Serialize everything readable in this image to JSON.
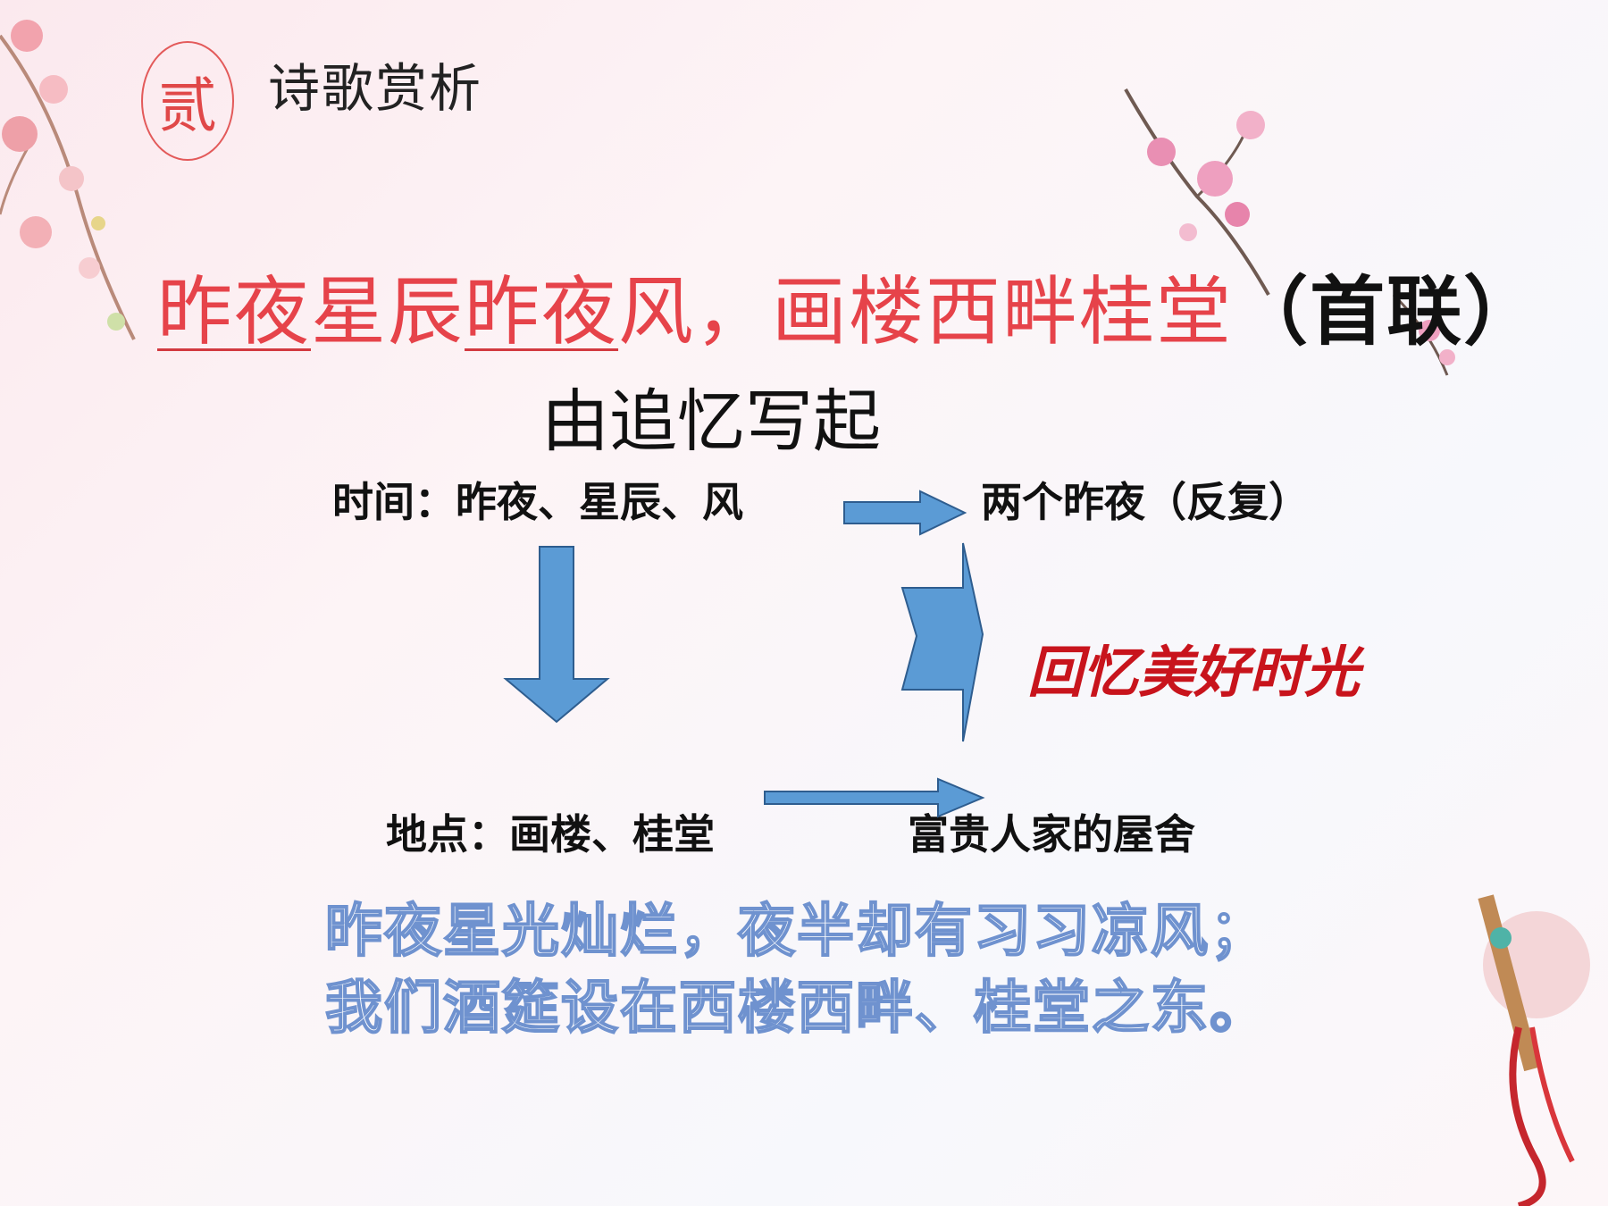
{
  "header": {
    "badge_char": "贰",
    "section_title": "诗歌赏析"
  },
  "poem": {
    "part1": "昨夜",
    "part2": "星辰",
    "part3": "昨夜",
    "part4": "风，画楼西畔桂堂",
    "note": "（首联）"
  },
  "subtitle": "由追忆写起",
  "diagram": {
    "time_label": "时间：昨夜、星辰、风",
    "place_label": "地点：画楼、桂堂",
    "repeat_label": "两个昨夜（反复）",
    "house_label": "富贵人家的屋舍",
    "memory_label": "回忆美好时光"
  },
  "translation": {
    "line1": "昨夜星光灿烂，夜半却有习习凉风；",
    "line2": "我们酒筵设在西楼西畔、桂堂之东。"
  },
  "colors": {
    "red": "#e6434a",
    "arrow_fill": "#5b9bd5",
    "memory_red": "#c8141c",
    "outline_blue": "#6f92cf"
  }
}
